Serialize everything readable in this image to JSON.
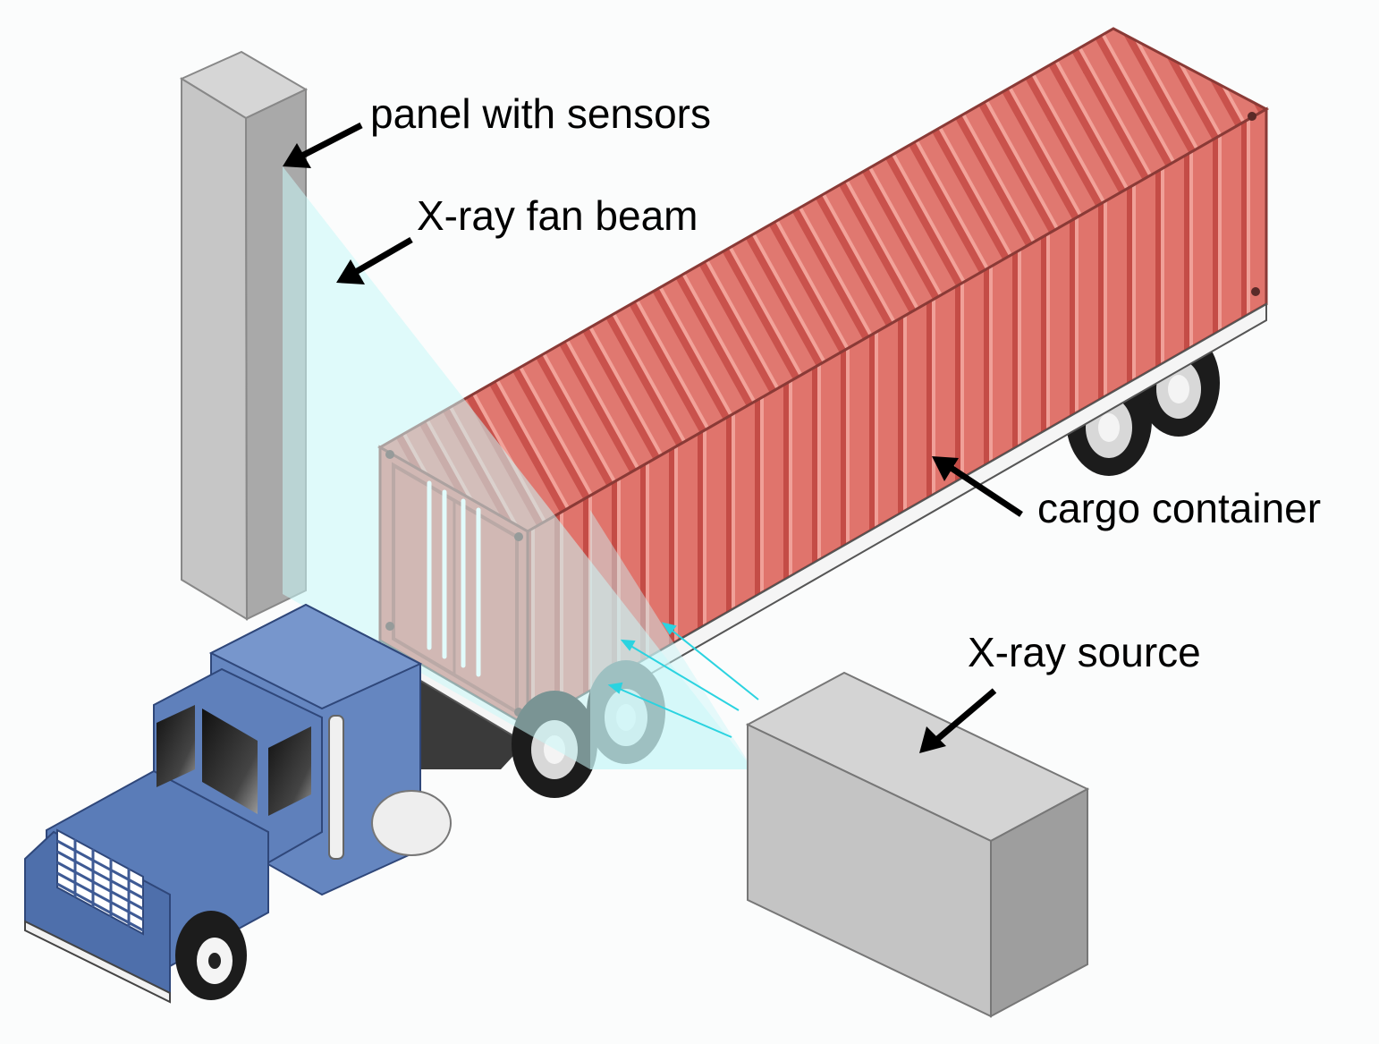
{
  "labels": {
    "panel": "panel with sensors",
    "beam": "X-ray fan beam",
    "container": "cargo container",
    "source": "X-ray source"
  },
  "colors": {
    "container_side": "#e0726a",
    "container_top": "#dd6860",
    "container_end": "#d9605a",
    "container_edge": "#8a3a36",
    "cab": "#6586c0",
    "cab_dark": "#3e5a94",
    "panel_box": "#c8c8c8",
    "source_box": "#c4c4c4",
    "beam": "#c9f7f8",
    "ray": "#2bd3e0",
    "arrow": "#000000"
  }
}
